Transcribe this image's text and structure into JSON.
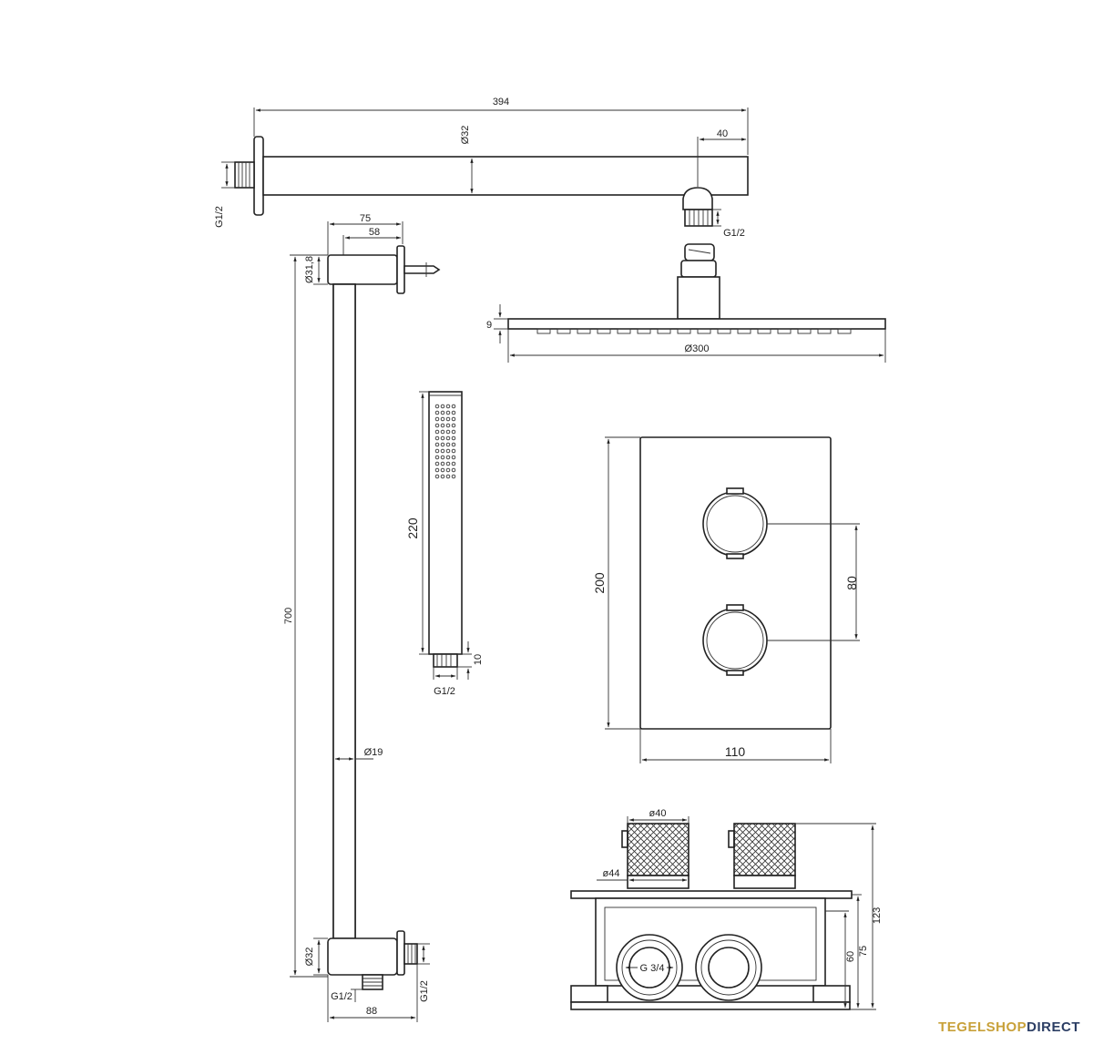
{
  "brand": {
    "part1": "TEGELSHOP",
    "part2": "DIRECT",
    "color_gold": "#c8a13a",
    "color_navy": "#2c3e64"
  },
  "dimensions": {
    "arm_length": "394",
    "arm_diameter": "Ø32",
    "arm_end": "40",
    "arm_thread": "G1/2",
    "wall_thread": "G1/2",
    "head_thickness": "9",
    "head_diameter": "Ø300",
    "bar_offset_75": "75",
    "bar_offset_58": "58",
    "bar_top_diameter": "Ø31,8",
    "bar_length": "700",
    "bar_diameter": "Ø19",
    "bar_bottom_diameter": "Ø32",
    "bar_bottom_thread_left": "G1/2",
    "bar_bottom_thread_right": "G1/2",
    "bar_bottom_width": "88",
    "hand_length": "220",
    "hand_bottom": "10",
    "hand_thread": "G1/2",
    "plate_height": "200",
    "plate_width": "110",
    "knob_spacing": "80",
    "knob_diameter": "ø40",
    "ring_diameter": "ø44",
    "body_inlet": "G 3/4",
    "depth_123": "123",
    "depth_75": "75",
    "depth_60": "60"
  }
}
